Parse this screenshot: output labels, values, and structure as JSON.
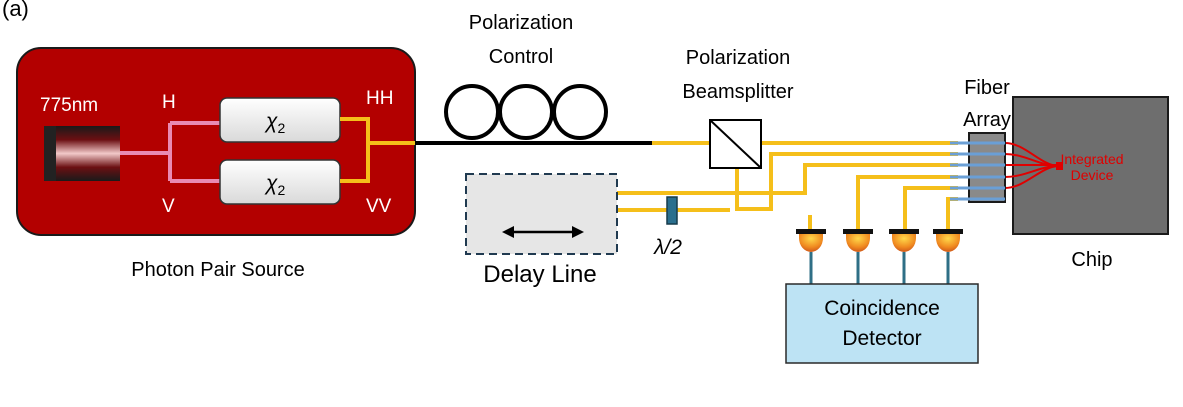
{
  "panel_label": "(a)",
  "source": {
    "title": "Photon Pair Source",
    "laser_label": "775nm",
    "h_label": "H",
    "v_label": "V",
    "hh_label": "HH",
    "vv_label": "VV",
    "crystal_label": "χ",
    "crystal_subscript": "2"
  },
  "polarization_control": {
    "line1": "Polarization",
    "line2": "Control"
  },
  "beamsplitter": {
    "line1": "Polarization",
    "line2": "Beamsplitter"
  },
  "delay_line": {
    "label": "Delay Line"
  },
  "waveplate": {
    "label": "λ/2"
  },
  "fiber_array": {
    "line1": "Fiber",
    "line2": "Array"
  },
  "chip": {
    "label": "Chip",
    "device_line1": "Integrated",
    "device_line2": "Device"
  },
  "detector": {
    "line1": "Coincidence",
    "line2": "Detector"
  },
  "colors": {
    "source_box": "#b30000",
    "fiber_yellow": "#f5bf1a",
    "fiber_pink": "#e98ab3",
    "fiber_black": "#000000",
    "fiber_array_channels": "#6a9fd6",
    "chip_body": "#6e6e6e",
    "device_red": "#e00000",
    "detector_box": "#bde3f4",
    "detector_wire": "#2f6f86",
    "delay_box": "#e6e6e6"
  }
}
